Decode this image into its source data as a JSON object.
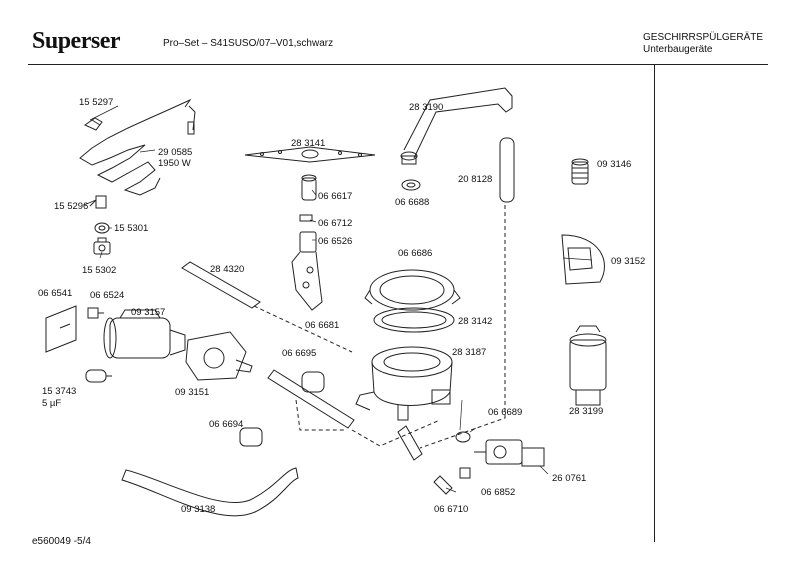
{
  "header": {
    "brand": "Superser",
    "model": "Pro–Set – S41SUSO/07–V01,schwarz",
    "category_line1": "GESCHIRRSPÜLGERÄTE",
    "category_line2": "Unterbaugeräte"
  },
  "footer": {
    "doc_id": "e560049  -5/4"
  },
  "parts": {
    "p155297": "15 5297",
    "p290585": "29 0585",
    "p1950w": "1950 W",
    "p155296": "15 5296",
    "p155301": "15 5301",
    "p155302": "15 5302",
    "p283141": "28 3141",
    "p066617": "06 6617",
    "p066712": "06 6712",
    "p066526": "06 6526",
    "p284320": "28 4320",
    "p066681": "06 6681",
    "p283190": "28 3190",
    "p208128": "20 8128",
    "p066688": "06 6688",
    "p093146": "09 3146",
    "p093152": "09 3152",
    "p066686": "06 6686",
    "p283142": "28 3142",
    "p283187": "28 3187",
    "p066541": "06 6541",
    "p066524": "06 6524",
    "p093157": "09 3157",
    "p093151": "09 3151",
    "p153743": "15 3743",
    "p5uf": "5 µF",
    "p066695": "06 6695",
    "p066694": "06 6694",
    "p093138": "09 3138",
    "p066689": "06 6689",
    "p283199": "28 3199",
    "p260761": "26 0761",
    "p066852": "06 6852",
    "p066710": "06 6710"
  }
}
